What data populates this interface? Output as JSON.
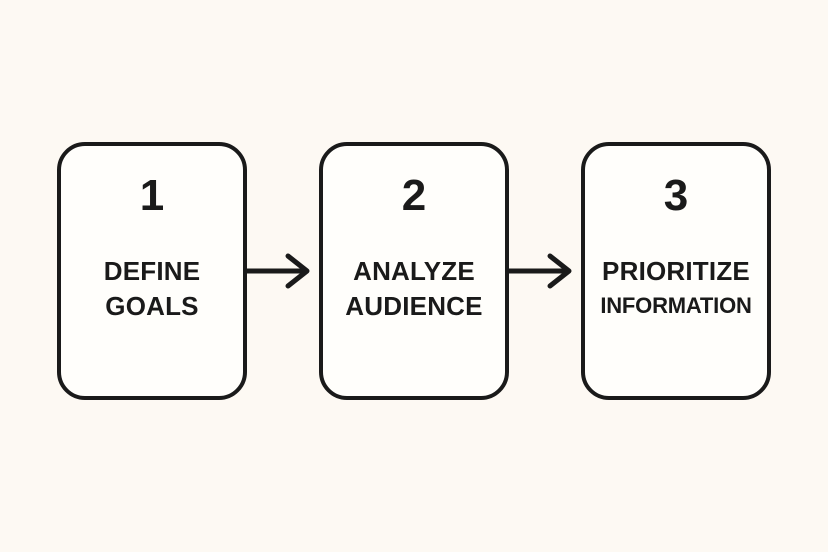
{
  "diagram": {
    "type": "flowchart",
    "direction": "left-to-right"
  },
  "steps": [
    {
      "number": "1",
      "label_line1": "DEFINE",
      "label_line2": "GOALS"
    },
    {
      "number": "2",
      "label_line1": "ANALYZE",
      "label_line2": "AUDIENCE"
    },
    {
      "number": "3",
      "label_line1": "PRIORITIZE",
      "label_line2": "INFORMATION"
    }
  ],
  "connectors": [
    {
      "from": "1",
      "to": "2",
      "icon": "right-arrow"
    },
    {
      "from": "2",
      "to": "3",
      "icon": "right-arrow"
    }
  ],
  "colors": {
    "ink": "#1A1A1A",
    "background": "#FDF9F3",
    "box_fill": "#FFFEFB"
  }
}
